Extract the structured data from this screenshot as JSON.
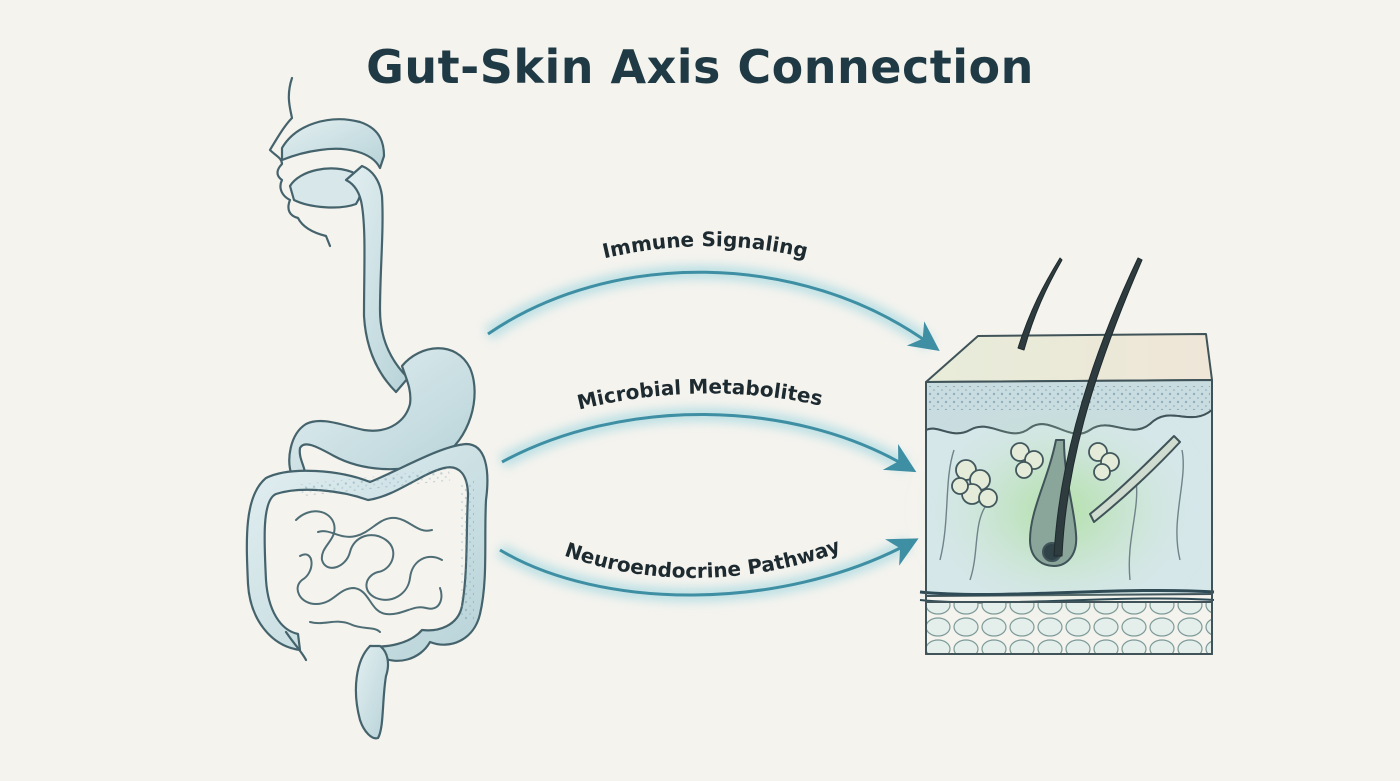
{
  "title": "Gut-Skin Axis Connection",
  "pathways": [
    {
      "label": "Immune Signaling"
    },
    {
      "label": "Microbial Metabolites"
    },
    {
      "label": "Neuroendocrine Pathway"
    }
  ],
  "colors": {
    "background": "#f4f3ee",
    "title": "#1f3a44",
    "arrow": "#3e8fa3",
    "arrow_glow": "#8fd0dd",
    "organ_fill": "#cfe3e6",
    "organ_stroke": "#45636c",
    "dermis_glow": "#9ed98d"
  },
  "figures": {
    "left": {
      "icon": "digestive-system-icon"
    },
    "right": {
      "icon": "skin-cross-section-icon"
    }
  }
}
